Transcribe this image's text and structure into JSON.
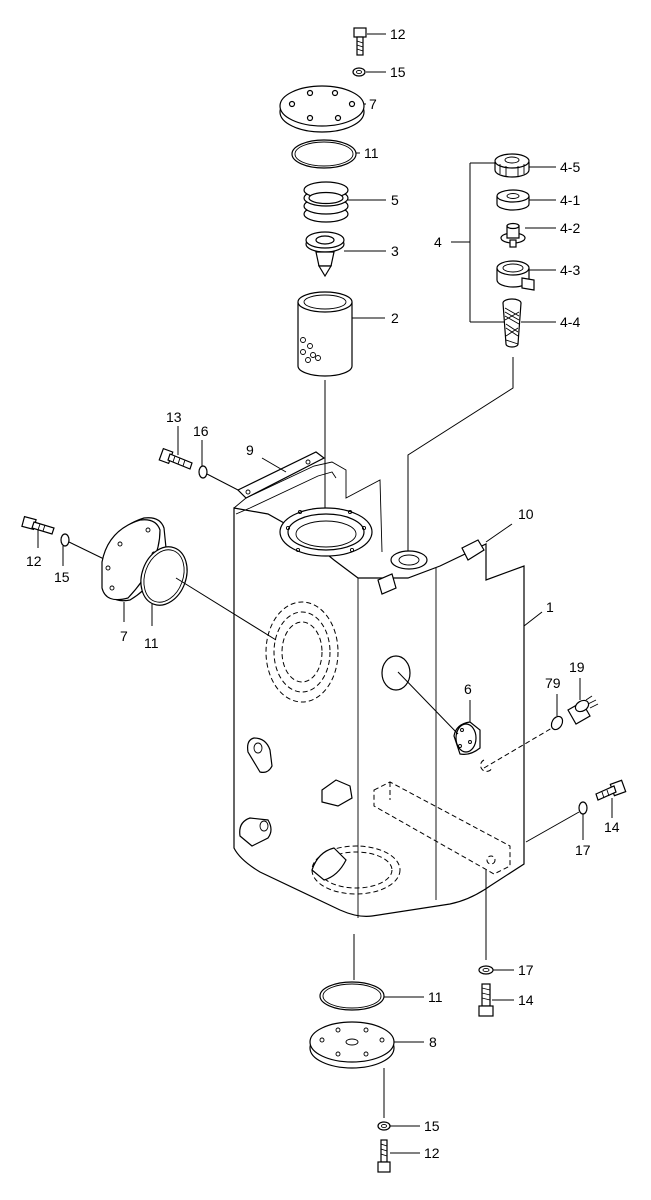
{
  "callouts": {
    "c12_top": "12",
    "c15_top": "15",
    "c7_top": "7",
    "c11_top": "11",
    "c5": "5",
    "c3": "3",
    "c2": "2",
    "c4": "4",
    "c4_5": "4-5",
    "c4_1": "4-1",
    "c4_2": "4-2",
    "c4_3": "4-3",
    "c4_4": "4-4",
    "c13": "13",
    "c16": "16",
    "c9": "9",
    "c10": "10",
    "c12_left": "12",
    "c15_left": "15",
    "c7_left": "7",
    "c11_left": "11",
    "c1": "1",
    "c6": "6",
    "c79": "79",
    "c19": "19",
    "c14_right": "14",
    "c17_right": "17",
    "c17_bottom": "17",
    "c14_bottom": "14",
    "c11_bottom": "11",
    "c8": "8",
    "c15_bottom": "15",
    "c12_bottom": "12"
  }
}
